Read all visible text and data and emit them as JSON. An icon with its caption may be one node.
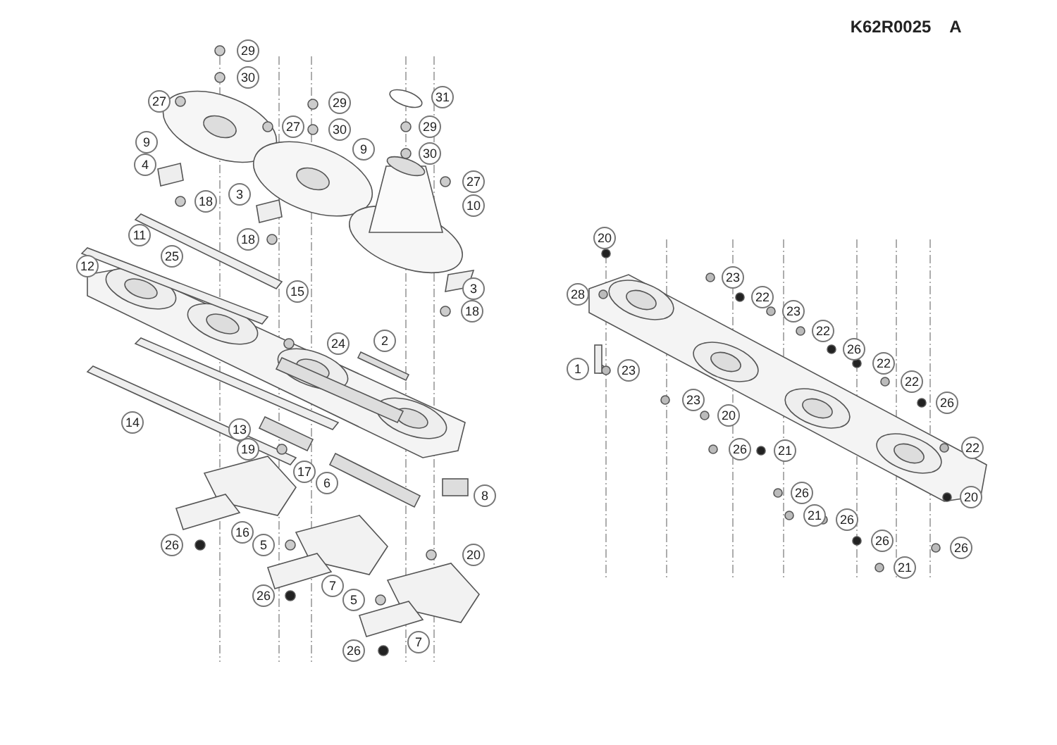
{
  "diagram": {
    "labels": [
      "K62R0025",
      "A",
      "29",
      "30",
      "27",
      "29",
      "31",
      "27",
      "30",
      "29",
      "9",
      "9",
      "30",
      "4",
      "27",
      "18",
      "3",
      "10",
      "11",
      "18",
      "25",
      "12",
      "15",
      "3",
      "18",
      "24",
      "2",
      "14",
      "13",
      "19",
      "17",
      "6",
      "8",
      "16",
      "26",
      "5",
      "20",
      "7",
      "26",
      "5",
      "7",
      "26",
      "20",
      "28",
      "23",
      "22",
      "23",
      "22",
      "26",
      "1",
      "23",
      "22",
      "22",
      "23",
      "26",
      "20",
      "26",
      "21",
      "22",
      "26",
      "20",
      "21",
      "26",
      "26",
      "26",
      "21"
    ]
  }
}
